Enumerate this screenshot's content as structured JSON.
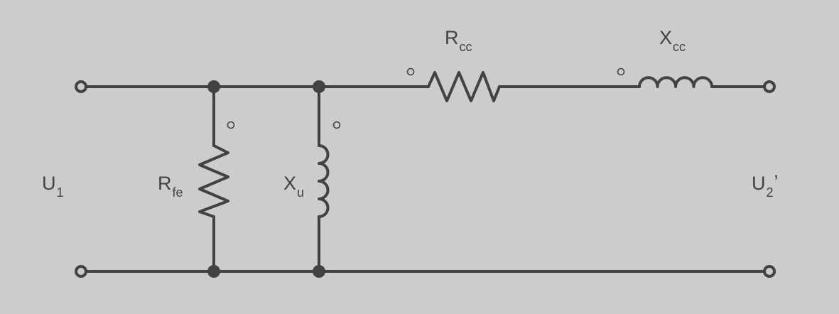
{
  "diagram": {
    "labels": {
      "u1": {
        "main": "U",
        "sub": "1"
      },
      "u2": {
        "main": "U",
        "sub": "2",
        "prime": "’"
      },
      "rfe": {
        "main": "R",
        "sub": "fe"
      },
      "xu": {
        "main": "X",
        "sub": "u"
      },
      "rcc": {
        "main": "R",
        "sub": "cc"
      },
      "xcc": {
        "main": "X",
        "sub": "cc"
      }
    },
    "colors": {
      "background": "#cccccc",
      "line": "#424242"
    }
  }
}
